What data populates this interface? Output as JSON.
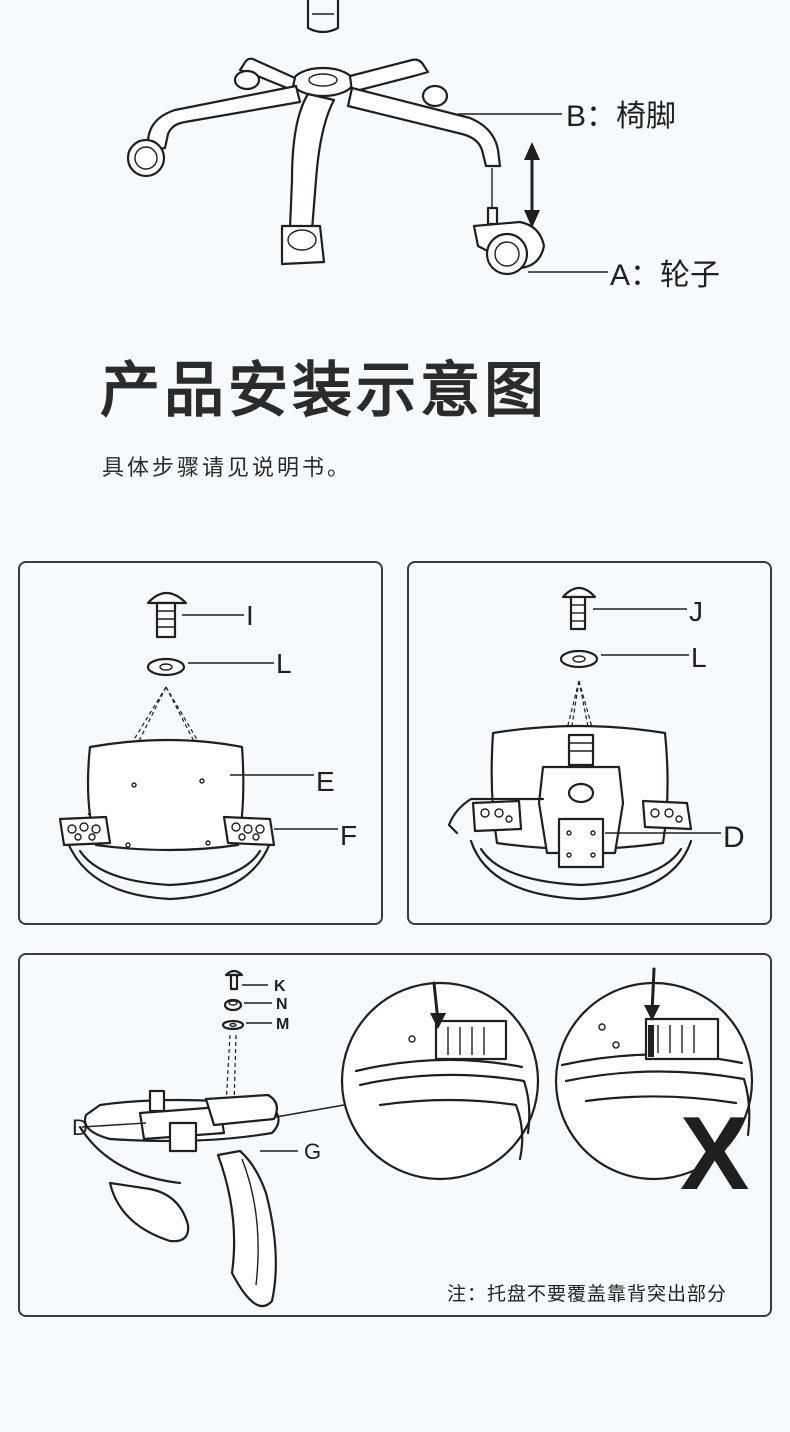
{
  "top_figure": {
    "label_b": "B：椅脚",
    "label_a": "A：轮子"
  },
  "heading": {
    "title": "产品安装示意图",
    "subtitle": "具体步骤请见说明书。"
  },
  "panel_1": {
    "label_screw": "I",
    "label_washer": "L",
    "label_seat": "E",
    "label_armrest": "F"
  },
  "panel_2": {
    "label_screw": "J",
    "label_washer": "L",
    "label_mechanism": "D"
  },
  "panel_3": {
    "label_k": "K",
    "label_n": "N",
    "label_m": "M",
    "label_d": "D",
    "label_g": "G",
    "wrong_mark": "X",
    "note": "注：托盘不要覆盖靠背突出部分"
  }
}
